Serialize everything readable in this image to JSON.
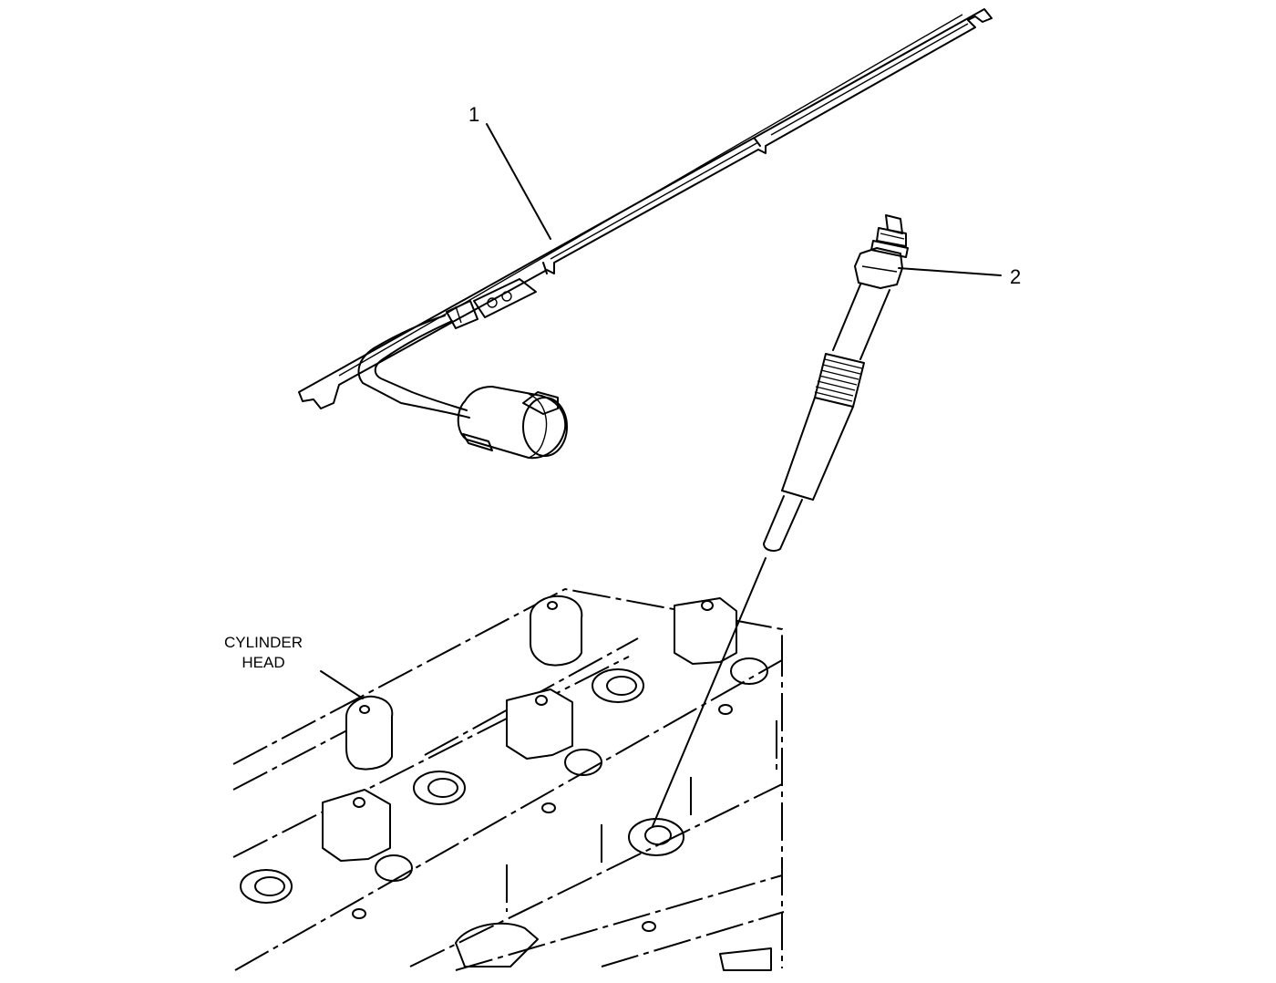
{
  "callouts": [
    {
      "id": "callout-1",
      "text": "1"
    },
    {
      "id": "callout-2",
      "text": "2"
    }
  ],
  "cylinder_head_label": {
    "line1": "CYLINDER",
    "line2": "HEAD"
  }
}
